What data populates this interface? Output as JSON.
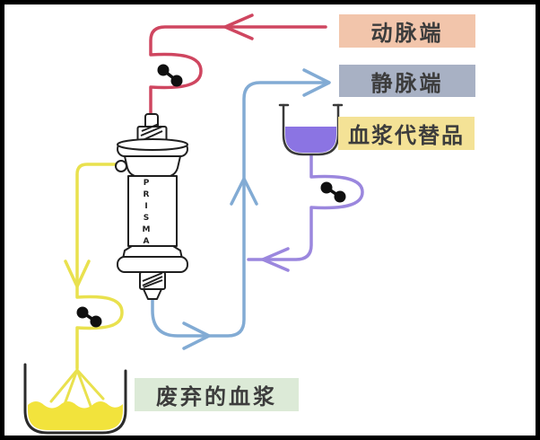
{
  "diagram": {
    "filter_brand": "PRISMA",
    "labels": {
      "arterial": "动脉端",
      "venous": "静脉端",
      "plasma_substitute": "血浆代替品",
      "waste_plasma": "废弃的血浆"
    },
    "colors": {
      "arterial_line": "#cf4660",
      "venous_line": "#82abd4",
      "waste_line": "#e9e14e",
      "substitute_line": "#9b87de",
      "substitute_liquid": "#8b74e3",
      "waste_liquid": "#f2e33c",
      "pump_roller": "#101010",
      "arterial_label_bg": "#f2c5ab",
      "venous_label_bg": "#a8b1c4",
      "substitute_label_bg": "#f4e296",
      "waste_label_bg": "#dcead7"
    }
  }
}
